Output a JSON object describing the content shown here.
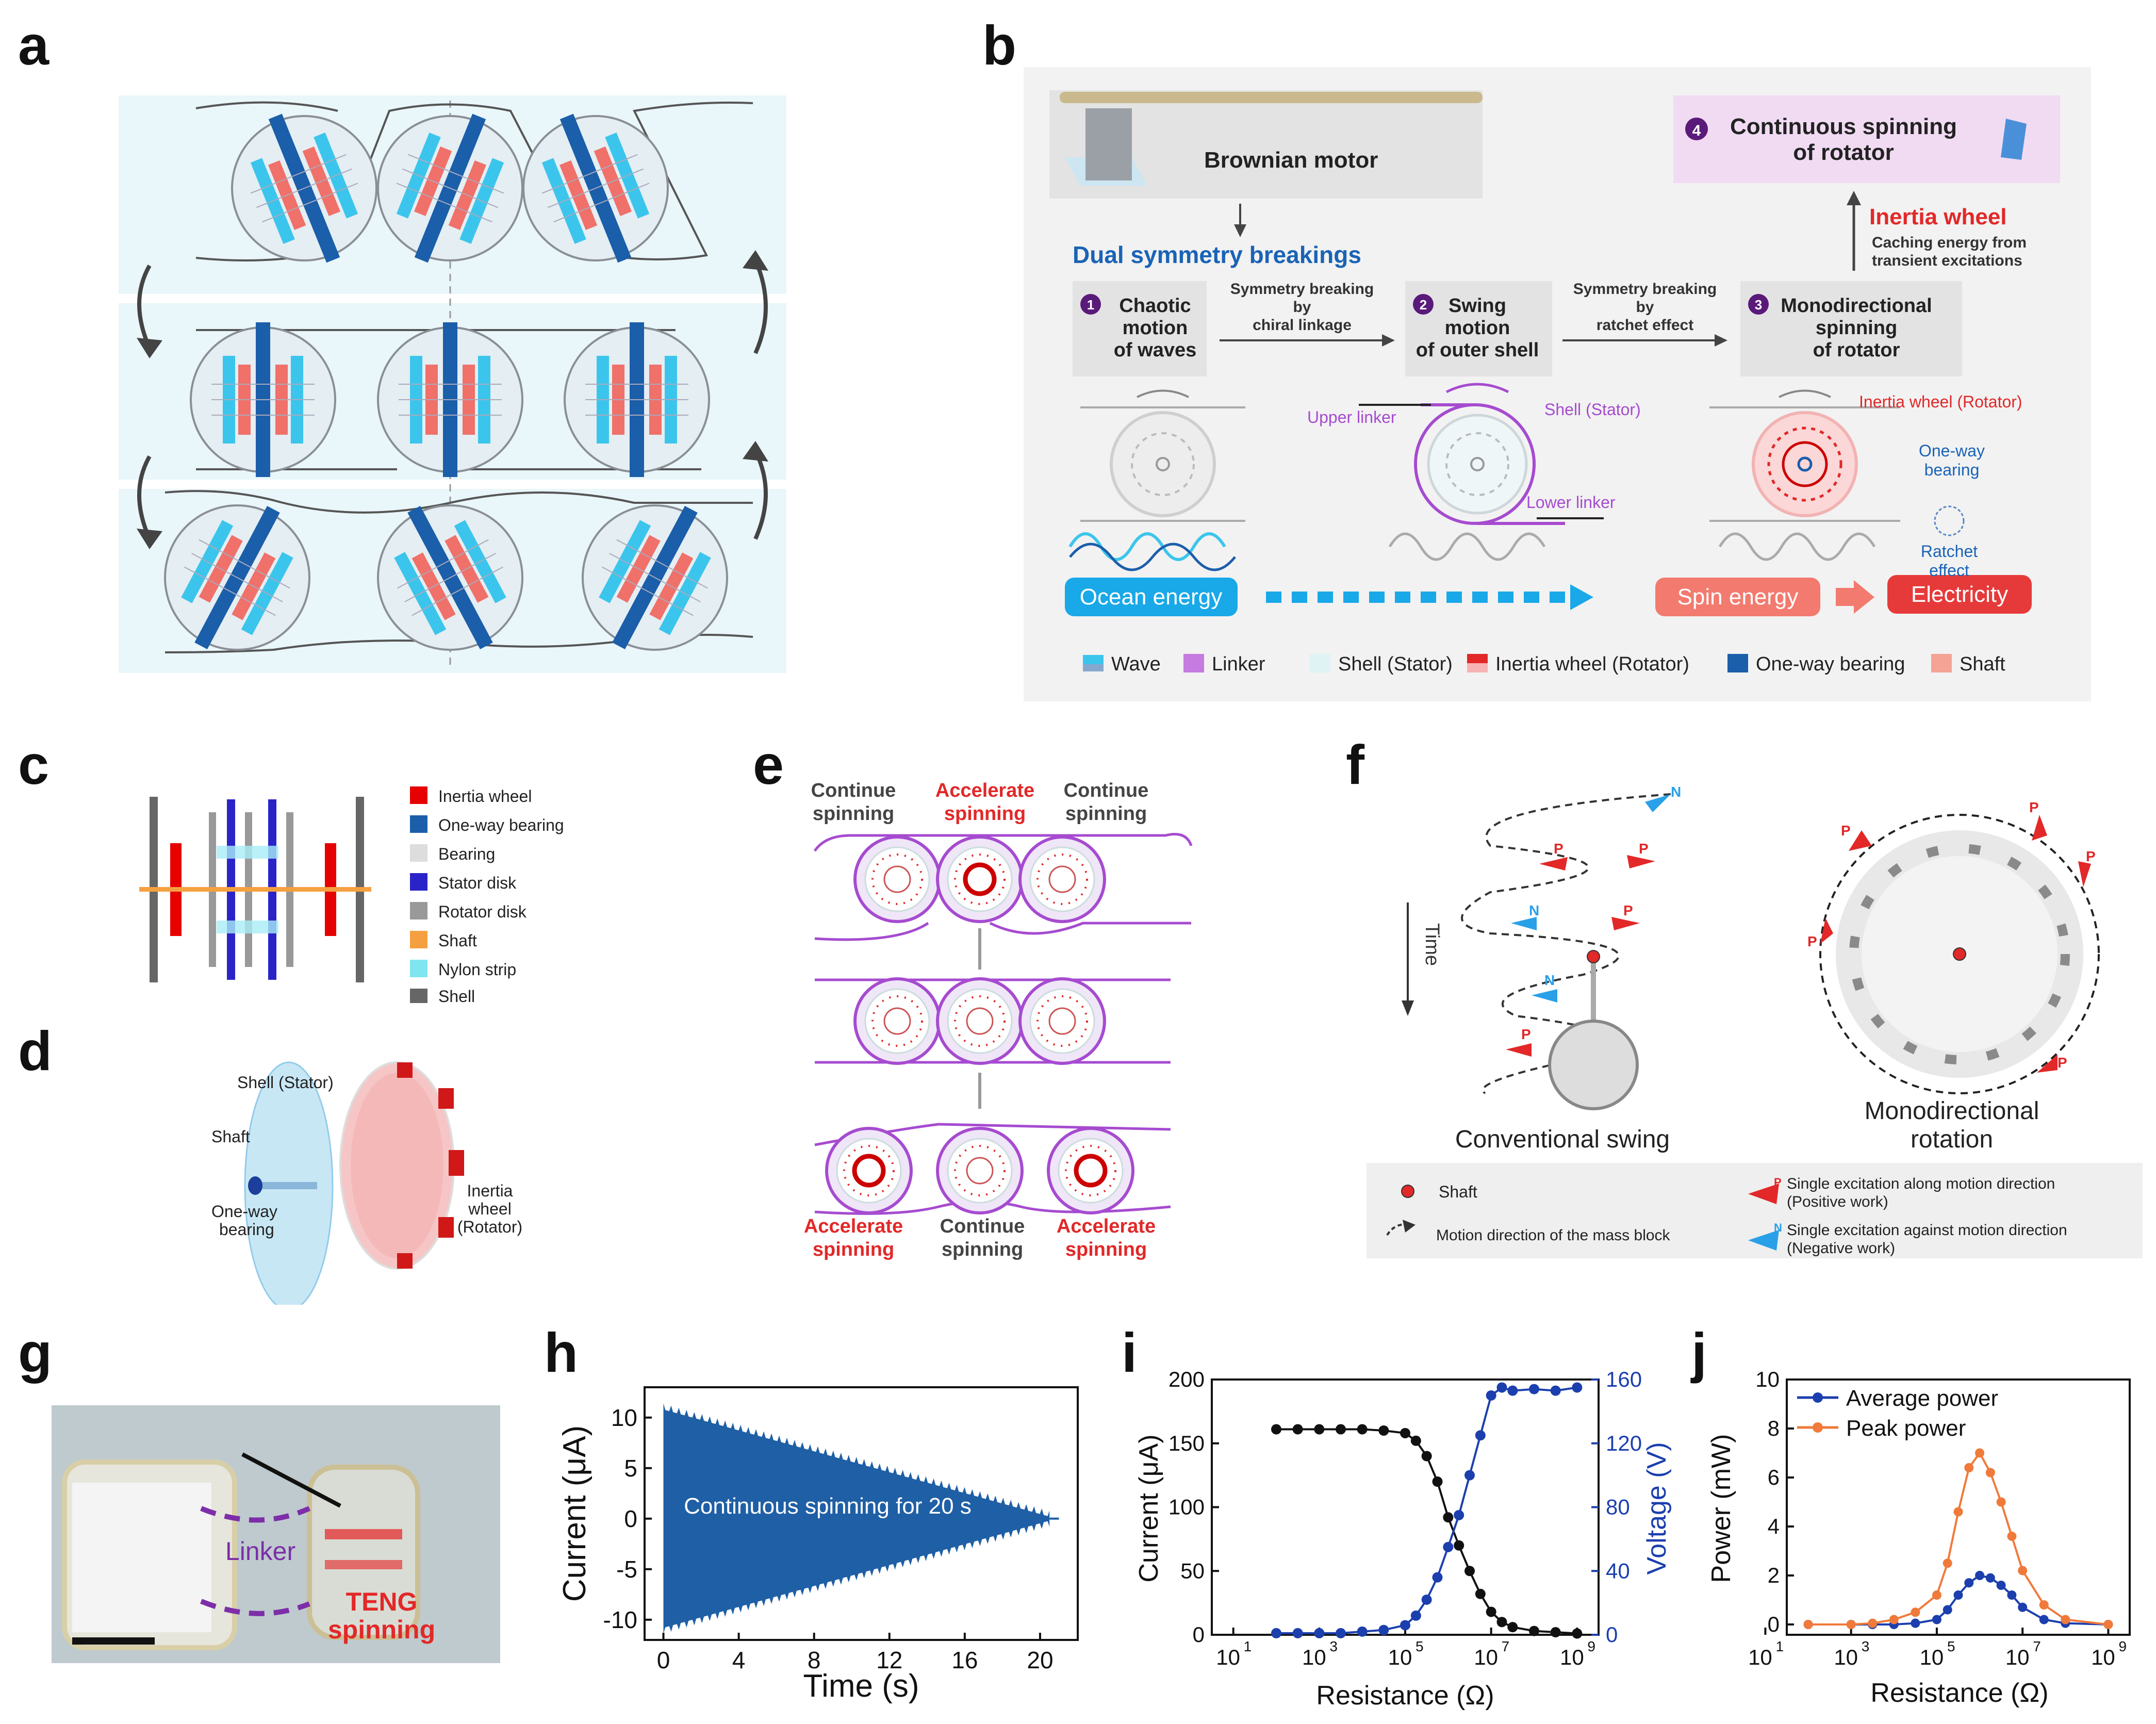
{
  "panel_labels": {
    "a": "a",
    "b": "b",
    "c": "c",
    "d": "d",
    "e": "e",
    "f": "f",
    "g": "g",
    "h": "h",
    "i": "i",
    "j": "j"
  },
  "colors": {
    "cyan": "#3cc5ec",
    "salmon": "#f0706a",
    "navy": "#1b5eaa",
    "purple": "#a64bd0",
    "red": "#e22828",
    "blue": "#1e5fa8",
    "orange": "#f07a3a",
    "bluePlot": "#1c3fae"
  },
  "b": {
    "brownian_motor": "Brownian motor",
    "step4_num": "4",
    "step4_line1": "Continuous spinning",
    "step4_line2": "of rotator",
    "inertia_wheel_title": "Inertia wheel",
    "inertia_wheel_desc1": "Caching energy from",
    "inertia_wheel_desc2": "transient excitations",
    "dual": "Dual symmetry breakings",
    "step1_num": "1",
    "step1_line1": "Chaotic",
    "step1_line2": "motion",
    "step1_line3": "of waves",
    "sb1_line1": "Symmetry breaking",
    "sb1_line2": "by",
    "sb1_line3": "chiral linkage",
    "step2_num": "2",
    "step2_line1": "Swing",
    "step2_line2": "motion",
    "step2_line3": "of outer shell",
    "sb2_line1": "Symmetry breaking",
    "sb2_line2": "by",
    "sb2_line3": "ratchet effect",
    "step3_num": "3",
    "step3_line1": "Monodirectional",
    "step3_line2": "spinning",
    "step3_line3": "of rotator",
    "upper_linker": "Upper  linker",
    "shell_stator": "Shell (Stator)",
    "lower_linker": "Lower linker",
    "inertia_rotator": "Inertia wheel (Rotator)",
    "oneway1": "One-way",
    "oneway2": "bearing",
    "ratchet1": "Ratchet",
    "ratchet2": "effect",
    "ocean": "Ocean energy",
    "spin": "Spin energy",
    "electricity": "Electricity",
    "legend": [
      "Wave",
      "Linker",
      "Shell (Stator)",
      "Inertia wheel (Rotator)",
      "One-way bearing",
      "Shaft"
    ]
  },
  "c": {
    "legend": [
      "Inertia wheel",
      "One-way bearing",
      "Bearing",
      "Stator disk",
      "Rotator disk",
      "Shaft",
      "Nylon strip",
      "Shell"
    ]
  },
  "d": {
    "shell": "Shell (Stator)",
    "shaft": "Shaft",
    "oneway1": "One-way",
    "oneway2": "bearing",
    "iw1": "Inertia",
    "iw2": "wheel",
    "iw3": "(Rotator)"
  },
  "e": {
    "continue": "Continue",
    "accelerate": "Accelerate",
    "spinning": "spinning"
  },
  "f": {
    "time": "Time",
    "P": "P",
    "N": "N",
    "conv": "Conventional swing",
    "mono1": "Monodirectional",
    "mono2": "rotation",
    "shaft": "Shaft",
    "motion_dir": "Motion direction of the mass block",
    "single_pos1": "Single excitation along motion direction",
    "single_pos2": "(Positive work)",
    "single_neg1": "Single excitation against motion direction",
    "single_neg2": "(Negative work)"
  },
  "g": {
    "linker": "Linker",
    "teng1": "TENG",
    "teng2": "spinning"
  },
  "chart_data": [
    {
      "type": "area",
      "panel": "h",
      "annotation": "Continuous spinning for 20 s",
      "xlabel": "Time (s)",
      "ylabel": "Current (μA)",
      "xlim": [
        -1,
        22
      ],
      "ylim": [
        -12,
        13
      ],
      "xticks": [
        "0",
        "4",
        "8",
        "12",
        "16",
        "20"
      ],
      "yticks": [
        "10",
        "5",
        "0",
        "-5",
        "-10"
      ],
      "x": [
        0,
        20.5
      ],
      "amplitude_start": 10.8,
      "amplitude_end": 0.2
    },
    {
      "type": "line",
      "panel": "i",
      "xlabel": "Resistance (Ω)",
      "ylabel": "Current (μA)",
      "y2label": "Voltage (V)",
      "ylim": [
        0,
        200
      ],
      "y2lim": [
        0,
        160
      ],
      "yticks": [
        "0",
        "50",
        "100",
        "150",
        "200"
      ],
      "y2ticks": [
        "0",
        "40",
        "80",
        "120",
        "160"
      ],
      "xticks": [
        "10",
        "10",
        "10",
        "10",
        "10"
      ],
      "xtick_exp": [
        "1",
        "3",
        "5",
        "7",
        "9"
      ],
      "x_log10": [
        2,
        2.5,
        3,
        3.5,
        4,
        4.5,
        5,
        5.25,
        5.5,
        5.75,
        6,
        6.25,
        6.5,
        6.75,
        7,
        7.25,
        7.5,
        8,
        8.5,
        9
      ],
      "series": [
        {
          "color": "#111111",
          "values": [
            161,
            161,
            161,
            161,
            161,
            160,
            158,
            152,
            140,
            120,
            92,
            70,
            50,
            32,
            18,
            10,
            6,
            3,
            2,
            1
          ]
        },
        {
          "color": "#1c3fae",
          "axis": "y2",
          "values": [
            1,
            1,
            1,
            1,
            2,
            3,
            6,
            12,
            22,
            36,
            55,
            75,
            100,
            125,
            150,
            155,
            153,
            154,
            153,
            155
          ]
        }
      ]
    },
    {
      "type": "line",
      "panel": "j",
      "xlabel": "Resistance (Ω)",
      "ylabel": "Power (mW)",
      "ylim": [
        0,
        10
      ],
      "yticks": [
        "0",
        "2",
        "4",
        "6",
        "8",
        "10"
      ],
      "xticks": [
        "10",
        "10",
        "10",
        "10",
        "10"
      ],
      "xtick_exp": [
        "1",
        "3",
        "5",
        "7",
        "9"
      ],
      "x_log10": [
        2,
        3,
        3.5,
        4,
        4.5,
        5,
        5.25,
        5.5,
        5.75,
        6,
        6.25,
        6.5,
        6.75,
        7,
        7.5,
        8,
        9
      ],
      "series": [
        {
          "name": "Average power",
          "color": "#1c3fae",
          "values": [
            0,
            0,
            0,
            0,
            0.05,
            0.2,
            0.6,
            1.2,
            1.7,
            2.0,
            1.9,
            1.6,
            1.2,
            0.7,
            0.2,
            0.05,
            0
          ]
        },
        {
          "name": "Peak power",
          "color": "#f07a3a",
          "values": [
            0,
            0,
            0.05,
            0.2,
            0.5,
            1.2,
            2.5,
            4.6,
            6.4,
            7.0,
            6.2,
            5.0,
            3.6,
            2.2,
            0.8,
            0.2,
            0
          ]
        }
      ]
    }
  ]
}
